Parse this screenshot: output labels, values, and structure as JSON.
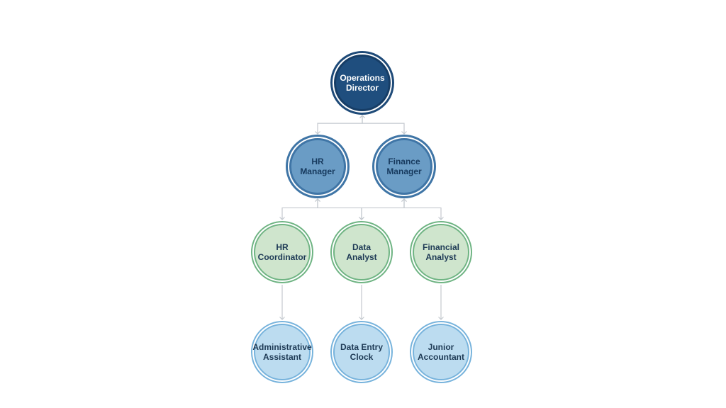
{
  "nodes": [
    {
      "id": "operations-director",
      "label": "Operations\nDirector",
      "level": 0
    },
    {
      "id": "hr-manager",
      "label": "HR\nManager",
      "level": 1
    },
    {
      "id": "finance-manager",
      "label": "Finance\nManager",
      "level": 1
    },
    {
      "id": "hr-coordinator",
      "label": "HR\nCoordinator",
      "level": 2
    },
    {
      "id": "data-analyst",
      "label": "Data\nAnalyst",
      "level": 2
    },
    {
      "id": "financial-analyst",
      "label": "Financial\nAnalyst",
      "level": 2
    },
    {
      "id": "administrative-assistant",
      "label": "Administrative\nAssistant",
      "level": 3
    },
    {
      "id": "data-entry-clock",
      "label": "Data Entry\nClock",
      "level": 3
    },
    {
      "id": "junior-accountant",
      "label": "Junior\nAccountant",
      "level": 3
    }
  ],
  "edges": [
    {
      "from": "operations-director",
      "to": "hr-manager"
    },
    {
      "from": "operations-director",
      "to": "finance-manager"
    },
    {
      "from": "hr-manager",
      "to": "hr-coordinator"
    },
    {
      "from": "hr-manager",
      "to": "data-analyst"
    },
    {
      "from": "finance-manager",
      "to": "data-analyst"
    },
    {
      "from": "finance-manager",
      "to": "financial-analyst"
    },
    {
      "from": "hr-coordinator",
      "to": "administrative-assistant"
    },
    {
      "from": "data-analyst",
      "to": "data-entry-clock"
    },
    {
      "from": "financial-analyst",
      "to": "junior-accountant"
    }
  ],
  "colors": {
    "connector": "#c4c9cf"
  }
}
